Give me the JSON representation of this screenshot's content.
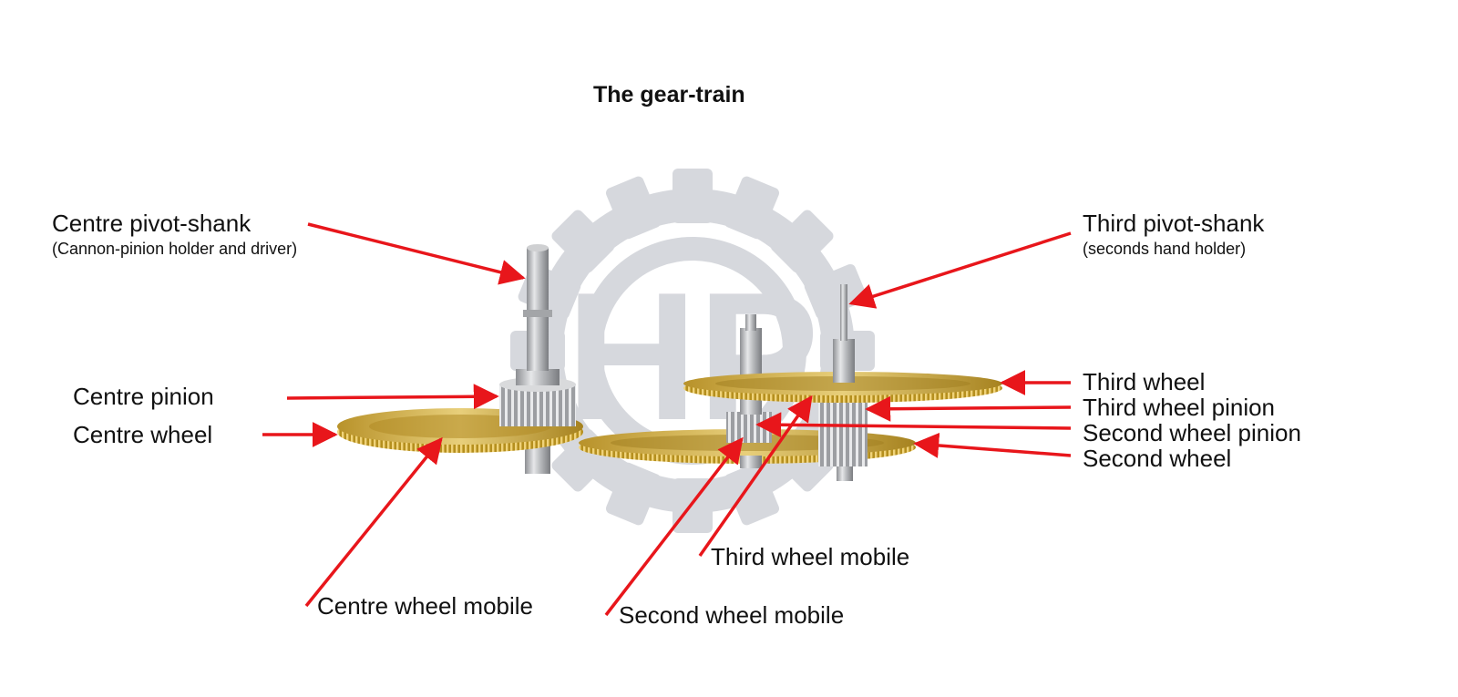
{
  "title": "The gear-train",
  "labels": {
    "centre_pivot_shank": "Centre pivot-shank",
    "centre_pivot_shank_note": "(Cannon-pinion holder and driver)",
    "third_pivot_shank": "Third pivot-shank",
    "third_pivot_shank_note": "(seconds hand holder)",
    "centre_pinion": "Centre pinion",
    "centre_wheel": "Centre wheel",
    "third_wheel": "Third wheel",
    "third_wheel_pinion": "Third wheel pinion",
    "second_wheel_pinion": "Second wheel pinion",
    "second_wheel": "Second wheel",
    "third_wheel_mobile": "Third wheel mobile",
    "centre_wheel_mobile": "Centre wheel mobile",
    "second_wheel_mobile": "Second wheel mobile"
  },
  "colors": {
    "arrow": "#e8161b",
    "watermark": "#d6d8dd",
    "gold": "#c9a227",
    "steel": "#a9abae"
  },
  "watermark": {
    "text": "HP",
    "icon": "gear-logo-icon"
  }
}
